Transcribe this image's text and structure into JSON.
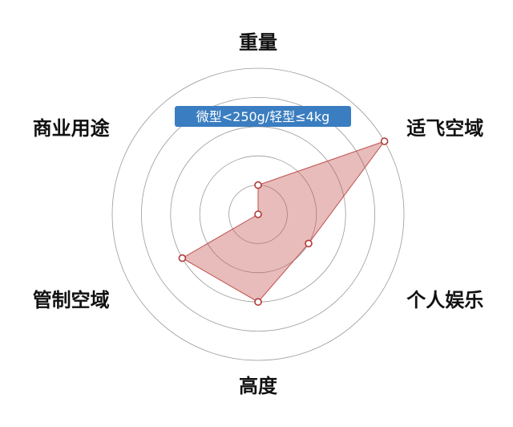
{
  "chart_data": {
    "type": "radar",
    "axes": [
      "重量",
      "适飞空域",
      "个人娱乐",
      "高度",
      "管制空域",
      "商业用途"
    ],
    "rmax": 5,
    "rings": 5,
    "grid": true,
    "series": [
      {
        "values": [
          1,
          5,
          2,
          3,
          3,
          0
        ],
        "color": "#c0504d",
        "fill_opacity": 0.38
      }
    ],
    "annotation": "微型<250g/轻型≤4kg",
    "annotation_color": "#3a7dc0"
  }
}
